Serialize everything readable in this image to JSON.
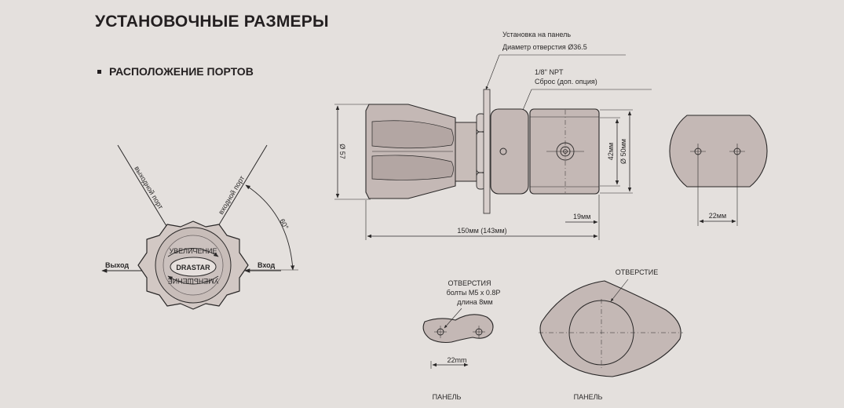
{
  "header": {
    "title": "УСТАНОВОЧНЫЕ РАЗМЕРЫ",
    "section": "РАСПОЛОЖЕНИЕ ПОРТОВ"
  },
  "knob": {
    "outlet_port": "выходной порт",
    "inlet_port": "входной порт",
    "angle": "60°",
    "outlet": "Выход",
    "inlet": "Вход",
    "increase": "УВЕЛИЧЕНИЕ",
    "decrease": "УМЕНЬШЕНИЕ",
    "brand": "DRASTAR"
  },
  "side_view": {
    "panel_mount": "Установка на панель",
    "hole_diameter": "Диаметр отверстия Ø36.5",
    "npt": "1/8'' NPT",
    "relief": "Сброс (доп. опция)",
    "dia57": "Ø 57",
    "dim42": "42мм",
    "dia50": "Ø 50мм",
    "dim19": "19мм",
    "dim150": "150мм (143мм)"
  },
  "end_view": {
    "dim22": "22мм"
  },
  "panel_small": {
    "holes": "ОТВЕРСТИЯ",
    "bolts": "болты M5 x 0.8P",
    "length": "длина 8мм",
    "dim22": "22mm",
    "label": "ПАНЕЛЬ"
  },
  "panel_large": {
    "hole": "ОТВЕРСТИЕ",
    "label": "ПАНЕЛЬ"
  },
  "colors": {
    "background": "#e4e0dd",
    "body_fill": "#c4b8b5",
    "line": "#2a2828"
  }
}
